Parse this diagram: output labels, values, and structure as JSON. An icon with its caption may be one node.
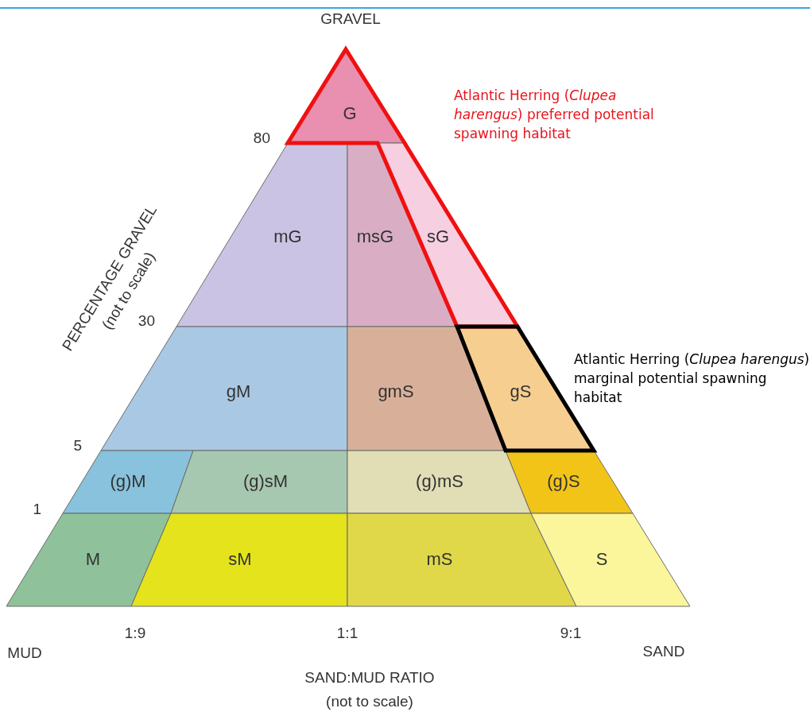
{
  "diagram": {
    "nodes": [
      {
        "text": [
          "G"
        ]
      },
      {
        "text": [
          "mG"
        ]
      },
      {
        "text": [
          "msG"
        ]
      },
      {
        "text": [
          "sG"
        ]
      },
      {
        "text": [
          "gM"
        ]
      },
      {
        "text": [
          "gmS"
        ]
      },
      {
        "text": [
          "gS"
        ]
      },
      {
        "text": [
          "(g)M"
        ]
      },
      {
        "text": [
          "(g)sM"
        ]
      },
      {
        "text": [
          "(g)mS"
        ]
      },
      {
        "text": [
          "(g)S"
        ]
      },
      {
        "text": [
          "M"
        ]
      },
      {
        "text": [
          "sM"
        ]
      },
      {
        "text": [
          "mS"
        ]
      },
      {
        "text": [
          "S"
        ]
      }
    ],
    "labels": [
      "GRAVEL",
      "Atlantic Herring (*Clupea harengus*) preferred potential spawning habitat",
      "80",
      "PERCENTAGE GRAVEL",
      "(not to scale)",
      "30",
      "Atlantic Herring (*Clupea harengus*) marginal potential spawning habitat",
      "5",
      "1",
      "1:9",
      "1:1",
      "9:1",
      "MUD",
      "SAND",
      "SAND:MUD RATIO",
      "(not to scale)"
    ]
  }
}
